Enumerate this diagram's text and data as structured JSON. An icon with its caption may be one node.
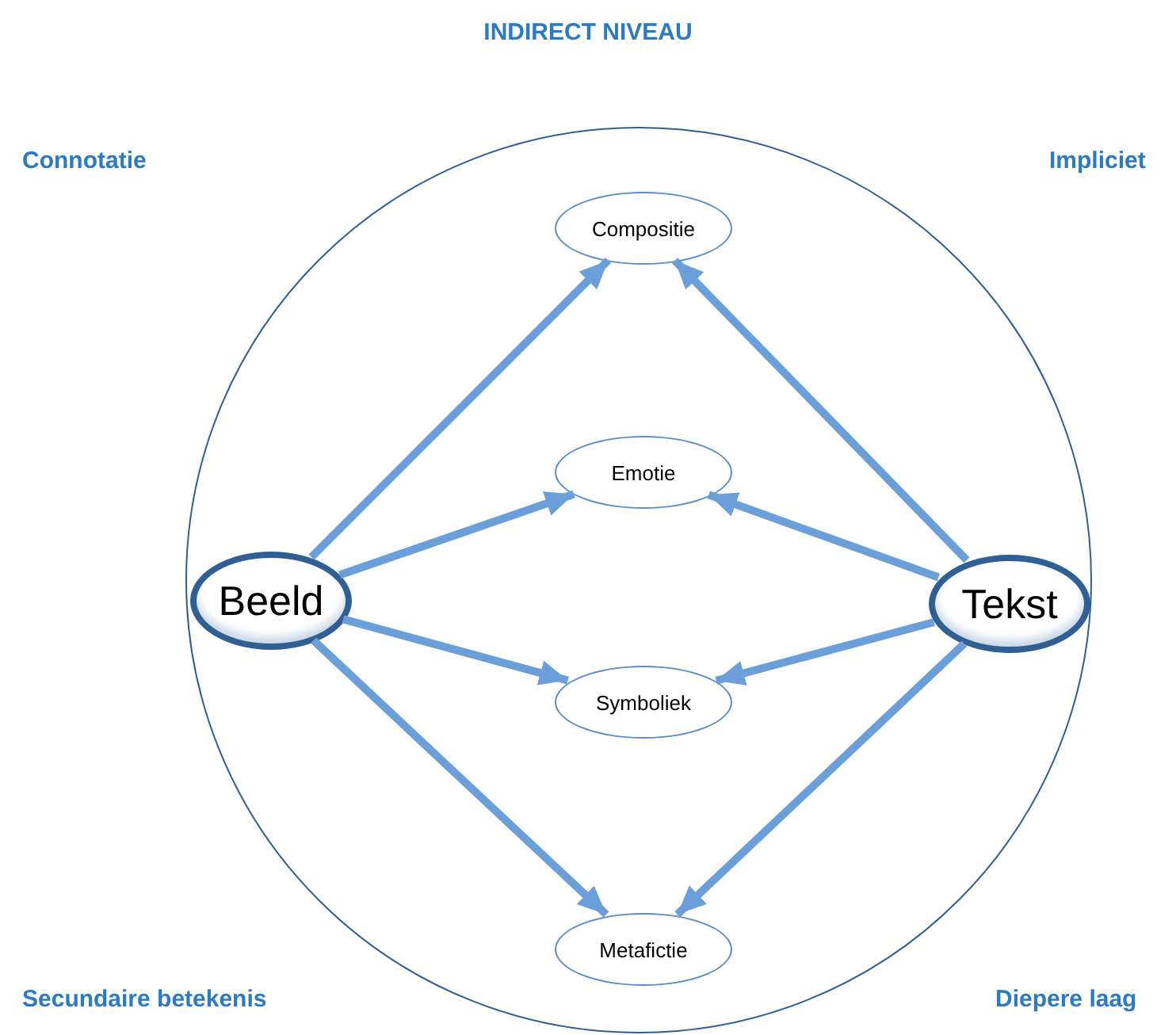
{
  "diagram": {
    "title": "INDIRECT NIVEAU",
    "nodes": [
      {
        "text": [],
        "shape": "circle"
      },
      {
        "text": [
          "Beeld"
        ],
        "in": 0
      },
      {
        "text": [
          "Compositie"
        ],
        "in": 0
      },
      {
        "text": [
          "Emotie"
        ],
        "in": 0
      },
      {
        "text": [
          "Symboliek"
        ],
        "in": 0
      },
      {
        "text": [
          "Metafictie"
        ],
        "in": 0
      },
      {
        "text": [
          "Tekst"
        ],
        "in": 0
      }
    ],
    "edges": [
      {
        "from": 1,
        "to": 2,
        "arrow": "to"
      },
      {
        "from": 1,
        "to": 3,
        "arrow": "to"
      },
      {
        "from": 1,
        "to": 4,
        "arrow": "to"
      },
      {
        "from": 1,
        "to": 5,
        "arrow": "to"
      },
      {
        "from": 6,
        "to": 2,
        "arrow": "to"
      },
      {
        "from": 6,
        "to": 3,
        "arrow": "to"
      },
      {
        "from": 6,
        "to": 4,
        "arrow": "to"
      },
      {
        "from": 6,
        "to": 5,
        "arrow": "to"
      }
    ],
    "labels": [
      "Connotatie",
      "Impliciet",
      "Secundaire betekenis",
      "Diepere laag"
    ]
  }
}
